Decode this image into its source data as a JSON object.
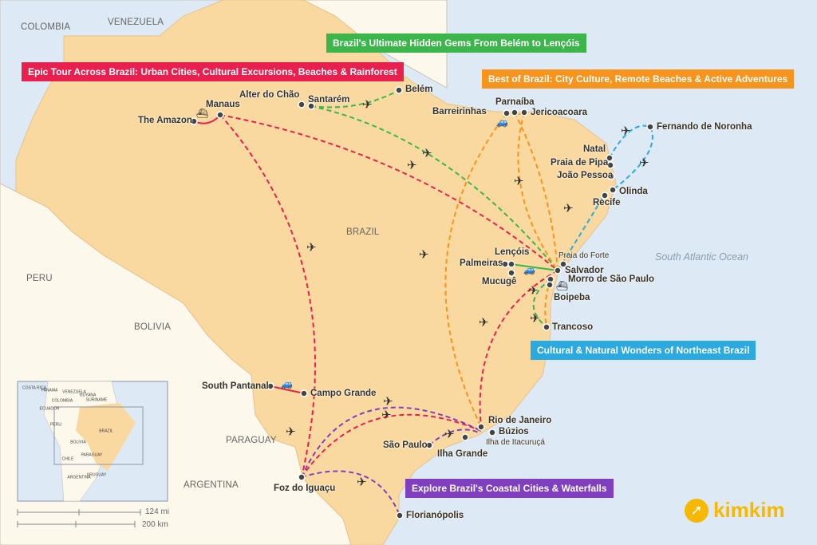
{
  "colors": {
    "red": "#e8204f",
    "green": "#3cb54a",
    "orange": "#f7941d",
    "blue": "#2aaae1",
    "purple": "#7f3fbf",
    "brazil": "#f9d9a0",
    "land": "#fdf8ec",
    "ocean": "#dde9f4"
  },
  "tours": [
    {
      "title": "Epic Tour Across Brazil: Urban Cities, Cultural Excursions, Beaches & Rainforest",
      "color": "red"
    },
    {
      "title": "Brazil's Ultimate Hidden Gems From Belém to Lençóis",
      "color": "green"
    },
    {
      "title": "Best of Brazil: City Culture, Remote Beaches & Active Adventures",
      "color": "orange"
    },
    {
      "title": "Cultural & Natural Wonders of Northeast Brazil",
      "color": "blue"
    },
    {
      "title": "Explore Brazil's Coastal Cities & Waterfalls",
      "color": "purple"
    }
  ],
  "countries": [
    "COLOMBIA",
    "VENEZUELA",
    "PERU",
    "BOLIVIA",
    "PARAGUAY",
    "ARGENTINA",
    "BRAZIL"
  ],
  "ocean": "South Atlantic Ocean",
  "cities": [
    "The Amazon",
    "Manaus",
    "Alter do Chão",
    "Santarém",
    "Belém",
    "Barreirinhas",
    "Parnaíba",
    "Jericoacoara",
    "Fernando de Noronha",
    "Natal",
    "Praia de Pipa",
    "João Pessoa",
    "Olinda",
    "Recife",
    "Lençóis",
    "Palmeiras",
    "Mucugê",
    "Praia do Forte",
    "Salvador",
    "Morro de São Paulo",
    "Boipeba",
    "Trancoso",
    "South Pantanal",
    "Campo Grande",
    "Rio de Janeiro",
    "Búzios",
    "Ilha de Itacuruçá",
    "São Paulo",
    "Ilha Grande",
    "Foz do Iguaçu",
    "Florianópolis"
  ],
  "inset": {
    "labels": [
      "COSTA RICA",
      "PANAMA",
      "VENEZUELA",
      "GUYANA",
      "SURINAME",
      "COLOMBIA",
      "ECUADOR",
      "PERU",
      "BRAZIL",
      "BOLIVIA",
      "PARAGUAY",
      "CHILE",
      "ARGENTINA",
      "URUGUAY"
    ]
  },
  "scale": {
    "miles": "124 mi",
    "km": "200 km"
  },
  "brand": "kimkim"
}
